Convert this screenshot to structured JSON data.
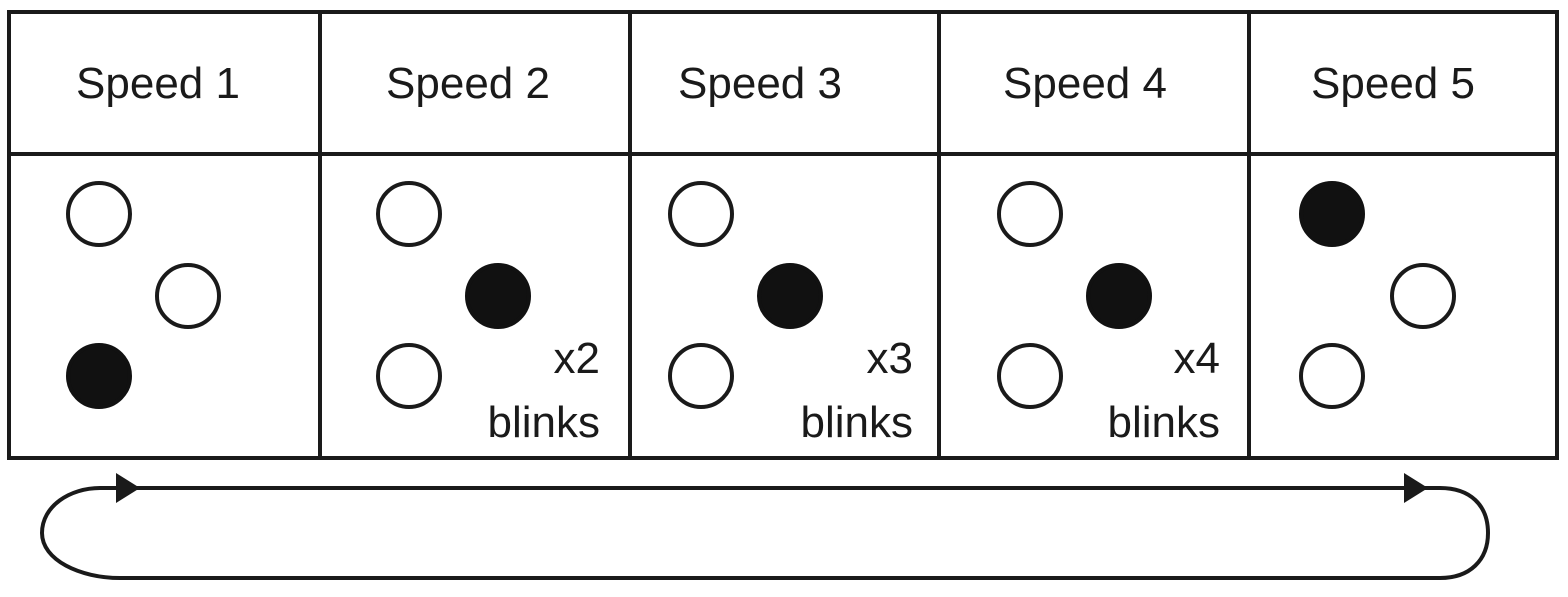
{
  "colors": {
    "ink": "#1a1a1a",
    "led_on": "#111111",
    "led_off": "#ffffff"
  },
  "speeds": [
    {
      "label": "Speed 1",
      "leds": {
        "top": "off",
        "middle": "off",
        "bottom": "on"
      },
      "blink_count": "",
      "blink_word": ""
    },
    {
      "label": "Speed 2",
      "leds": {
        "top": "off",
        "middle": "on",
        "bottom": "off"
      },
      "blink_count": "x2",
      "blink_word": "blinks"
    },
    {
      "label": "Speed 3",
      "leds": {
        "top": "off",
        "middle": "on",
        "bottom": "off"
      },
      "blink_count": "x3",
      "blink_word": "blinks"
    },
    {
      "label": "Speed 4",
      "leds": {
        "top": "off",
        "middle": "on",
        "bottom": "off"
      },
      "blink_count": "x4",
      "blink_word": "blinks"
    },
    {
      "label": "Speed 5",
      "leds": {
        "top": "on",
        "middle": "off",
        "bottom": "off"
      },
      "blink_count": "",
      "blink_word": ""
    }
  ],
  "cycle": {
    "from": "Speed 1",
    "to": "Speed 5",
    "loops_back": true
  }
}
